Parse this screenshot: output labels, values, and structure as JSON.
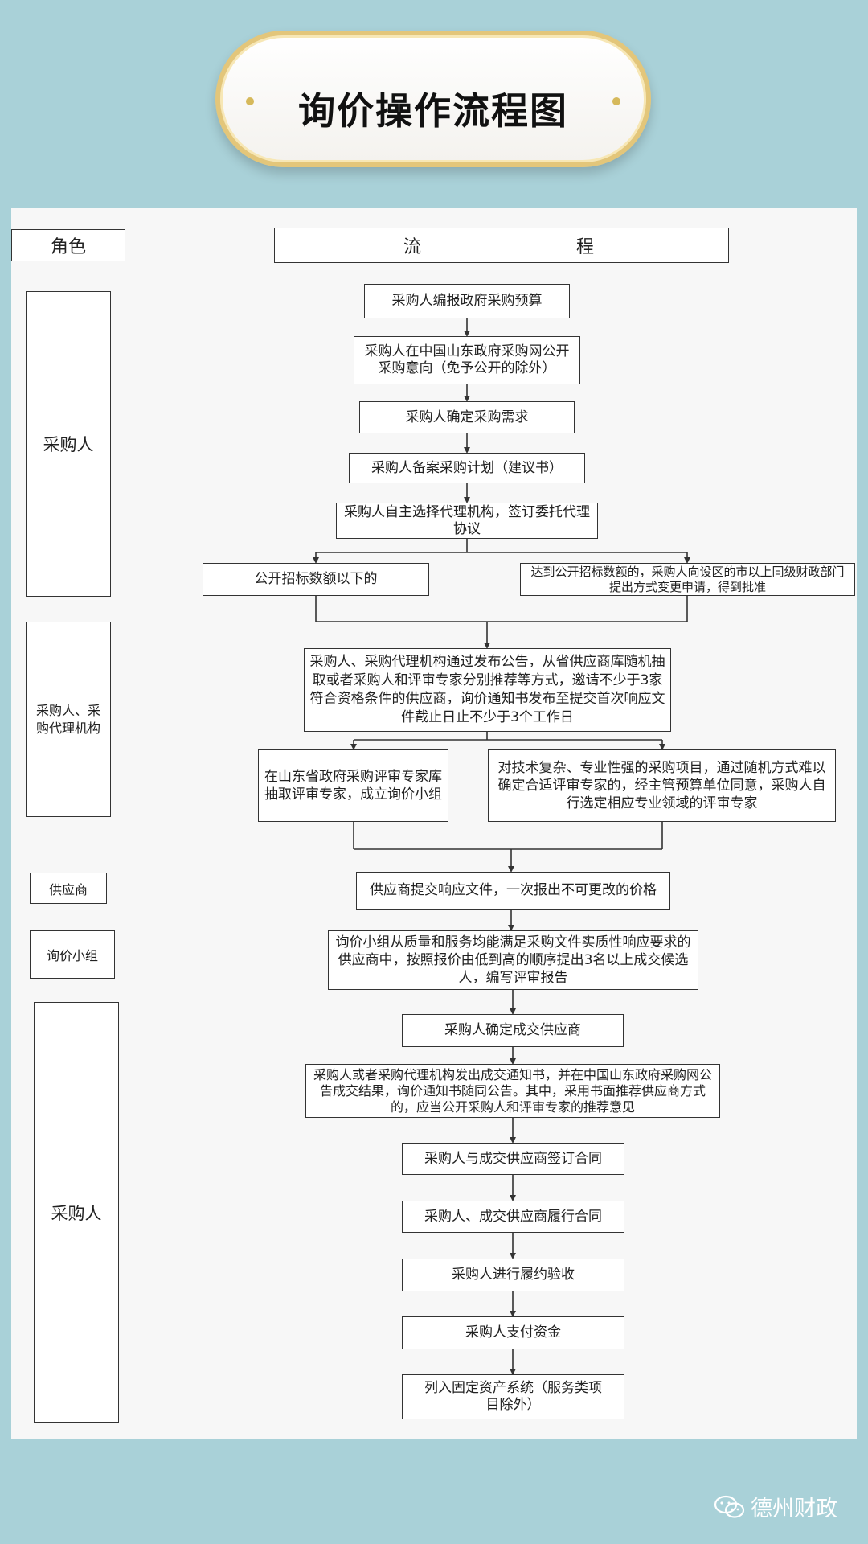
{
  "title": "询价操作流程图",
  "header": {
    "role": "角色",
    "flow_left": "流",
    "flow_right": "程"
  },
  "roles": {
    "r1": "采购人",
    "r2": "采购人、采购代理机构",
    "r3": "供应商",
    "r4": "询价小组",
    "r5": "采购人"
  },
  "steps": {
    "s1": "采购人编报政府采购预算",
    "s2": "采购人在中国山东政府采购网公开采购意向（免予公开的除外）",
    "s3": "采购人确定采购需求",
    "s4": "采购人备案采购计划（建议书）",
    "s5": "采购人自主选择代理机构，签订委托代理协议",
    "s6a": "公开招标数额以下的",
    "s6b": "达到公开招标数额的，采购人向设区的市以上同级财政部门提出方式变更申请，得到批准",
    "s7": "采购人、采购代理机构通过发布公告，从省供应商库随机抽取或者采购人和评审专家分别推荐等方式，邀请不少于3家符合资格条件的供应商，询价通知书发布至提交首次响应文件截止日止不少于3个工作日",
    "s8a": "在山东省政府采购评审专家库抽取评审专家，成立询价小组",
    "s8b": "对技术复杂、专业性强的采购项目，通过随机方式难以确定合适评审专家的，经主管预算单位同意，采购人自行选定相应专业领域的评审专家",
    "s9": "供应商提交响应文件，一次报出不可更改的价格",
    "s10": "询价小组从质量和服务均能满足采购文件实质性响应要求的供应商中，按照报价由低到高的顺序提出3名以上成交候选人，编写评审报告",
    "s11": "采购人确定成交供应商",
    "s12": "采购人或者采购代理机构发出成交通知书，并在中国山东政府采购网公告成交结果，询价通知书随同公告。其中，采用书面推荐供应商方式的，应当公开采购人和评审专家的推荐意见",
    "s13": "采购人与成交供应商签订合同",
    "s14": "采购人、成交供应商履行合同",
    "s15": "采购人进行履约验收",
    "s16": "采购人支付资金",
    "s17": "列入固定资产系统（服务类项目除外）"
  },
  "watermark": "德州财政",
  "colors": {
    "background": "#a9d1d8",
    "panel": "#f7f7f7",
    "gold": "#e3c67a"
  }
}
